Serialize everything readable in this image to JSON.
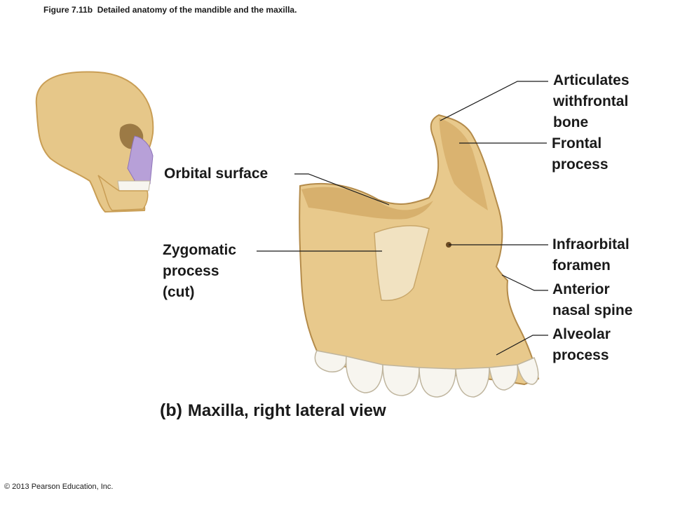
{
  "caption": "Figure 7.11b  Detailed anatomy of the mandible and the maxilla.",
  "labels": {
    "articulates": [
      "Articulates",
      "withfrontal",
      "bone"
    ],
    "frontal_process": [
      "Frontal",
      "process"
    ],
    "orbital_surface": "Orbital surface",
    "zygomatic_process": [
      "Zygomatic",
      "process",
      "(cut)"
    ],
    "infraorbital_foramen": [
      "Infraorbital",
      "foramen"
    ],
    "anterior_nasal_spine": [
      "Anterior",
      "nasal spine"
    ],
    "alveolar_process": [
      "Alveolar",
      "process"
    ]
  },
  "view_title": {
    "panel": "(b)",
    "text": "Maxilla, right lateral view"
  },
  "copyright": "© 2013 Pearson Education, Inc.",
  "colors": {
    "bone": "#e8c98c",
    "bone_shadow": "#c99e55",
    "highlight": "#b7a0d8",
    "teeth": "#f7f5ef",
    "cut_surface": "#f1e2c1",
    "leader": "#1a1a1a"
  }
}
